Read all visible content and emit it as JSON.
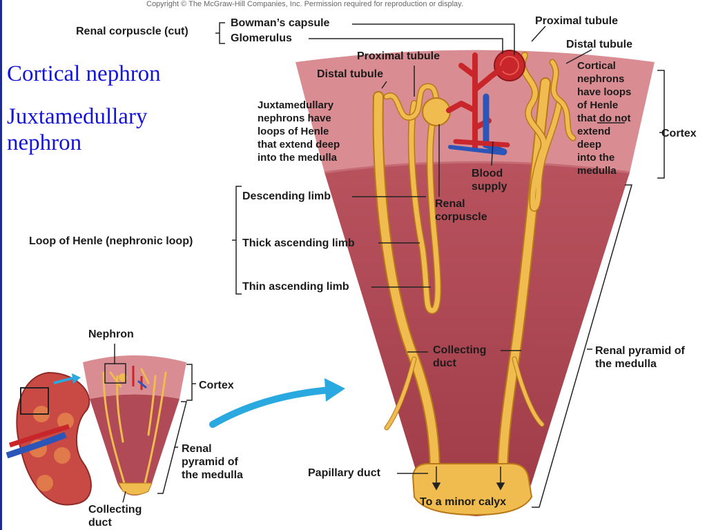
{
  "copyright": "Copyright © The McGraw-Hill Companies, Inc. Permission required for reproduction or display.",
  "slide_titles": [
    "Cortical nephron",
    "Juxtamedullary nephron"
  ],
  "labels": {
    "renal_corpuscle_cut": "Renal corpuscle (cut)",
    "bowmans_capsule": "Bowman’s capsule",
    "glomerulus": "Glomerulus",
    "proximal_tubule_right": "Proximal tubule",
    "distal_tubule_right": "Distal tubule",
    "proximal_tubule_center": "Proximal tubule",
    "distal_tubule_left": "Distal tubule",
    "juxta_note": "Juxtamedullary\nnephrons have\nloops of Henle\nthat extend deep\ninto the medulla",
    "cortical_note": "Cortical\nnephrons\nhave loops\nof Henle\nthat do not\nextend\ndeep\ninto the\nmedulla",
    "cortex_main": "Cortex",
    "blood_supply": "Blood\nsupply",
    "renal_corpuscle": "Renal\ncorpuscle",
    "loop_of_henle": "Loop of Henle (nephronic loop)",
    "descending_limb": "Descending limb",
    "thick_ascending_limb": "Thick ascending limb",
    "thin_ascending_limb": "Thin ascending limb",
    "collecting_duct_main": "Collecting\nduct",
    "renal_pyramid_main": "Renal pyramid of\nthe medulla",
    "papillary_duct": "Papillary duct",
    "to_minor_calyx": "To a minor calyx",
    "nephron_inset": "Nephron",
    "cortex_inset": "Cortex",
    "renal_pyramid_inset": "Renal\npyramid of\nthe medulla",
    "collecting_duct_inset": "Collecting\nduct"
  },
  "colors": {
    "title_blue": "#1414d8",
    "cortex": "#d98c91",
    "medulla": "#b04a56",
    "tubule": "#f0bb4f",
    "tubule_edge": "#b97818",
    "artery": "#c8262a",
    "vein": "#2b55b8",
    "arrow": "#2aa9e0"
  }
}
